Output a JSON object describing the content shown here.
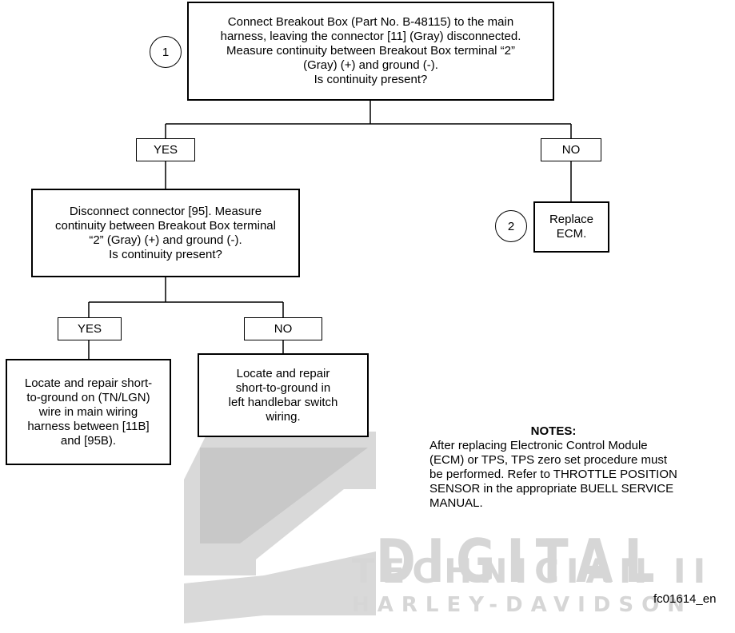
{
  "watermark": {
    "line1": "DIGITAL",
    "line2": "TECHNICIAN II",
    "line3": "HARLEY-DAVIDSON"
  },
  "steps": {
    "step1": {
      "number": "1",
      "lines": [
        "Connect Breakout Box (Part No. B-48115) to the main",
        "harness, leaving the connector [11] (Gray) disconnected.",
        "Measure continuity between Breakout Box terminal “2”",
        "(Gray) (+) and ground (-).",
        "Is continuity present?"
      ]
    },
    "yes1": "YES",
    "no1": "NO",
    "step2": {
      "lines": [
        "Disconnect connector [95]. Measure",
        "continuity between Breakout Box terminal",
        "“2” (Gray) (+) and ground (-).",
        "Is continuity present?"
      ]
    },
    "replace": {
      "number": "2",
      "lines": [
        "Replace",
        "ECM."
      ]
    },
    "yes2": "YES",
    "no2": "NO",
    "repair_main": {
      "lines": [
        "Locate and repair short-",
        "to-ground on (TN/LGN)",
        "wire in main wiring",
        "harness between [11B]",
        "and [95B)."
      ]
    },
    "repair_left": {
      "lines": [
        "Locate and repair",
        "short-to-ground in",
        "left handlebar switch",
        "wiring."
      ]
    }
  },
  "notes": {
    "title": "NOTES:",
    "lines": [
      "After replacing Electronic Control Module",
      "(ECM) or TPS, TPS zero set procedure must",
      "be performed.  Refer to THROTTLE POSITION",
      "SENSOR in the appropriate BUELL SERVICE",
      "MANUAL."
    ]
  },
  "figure_code": "fc01614_en"
}
